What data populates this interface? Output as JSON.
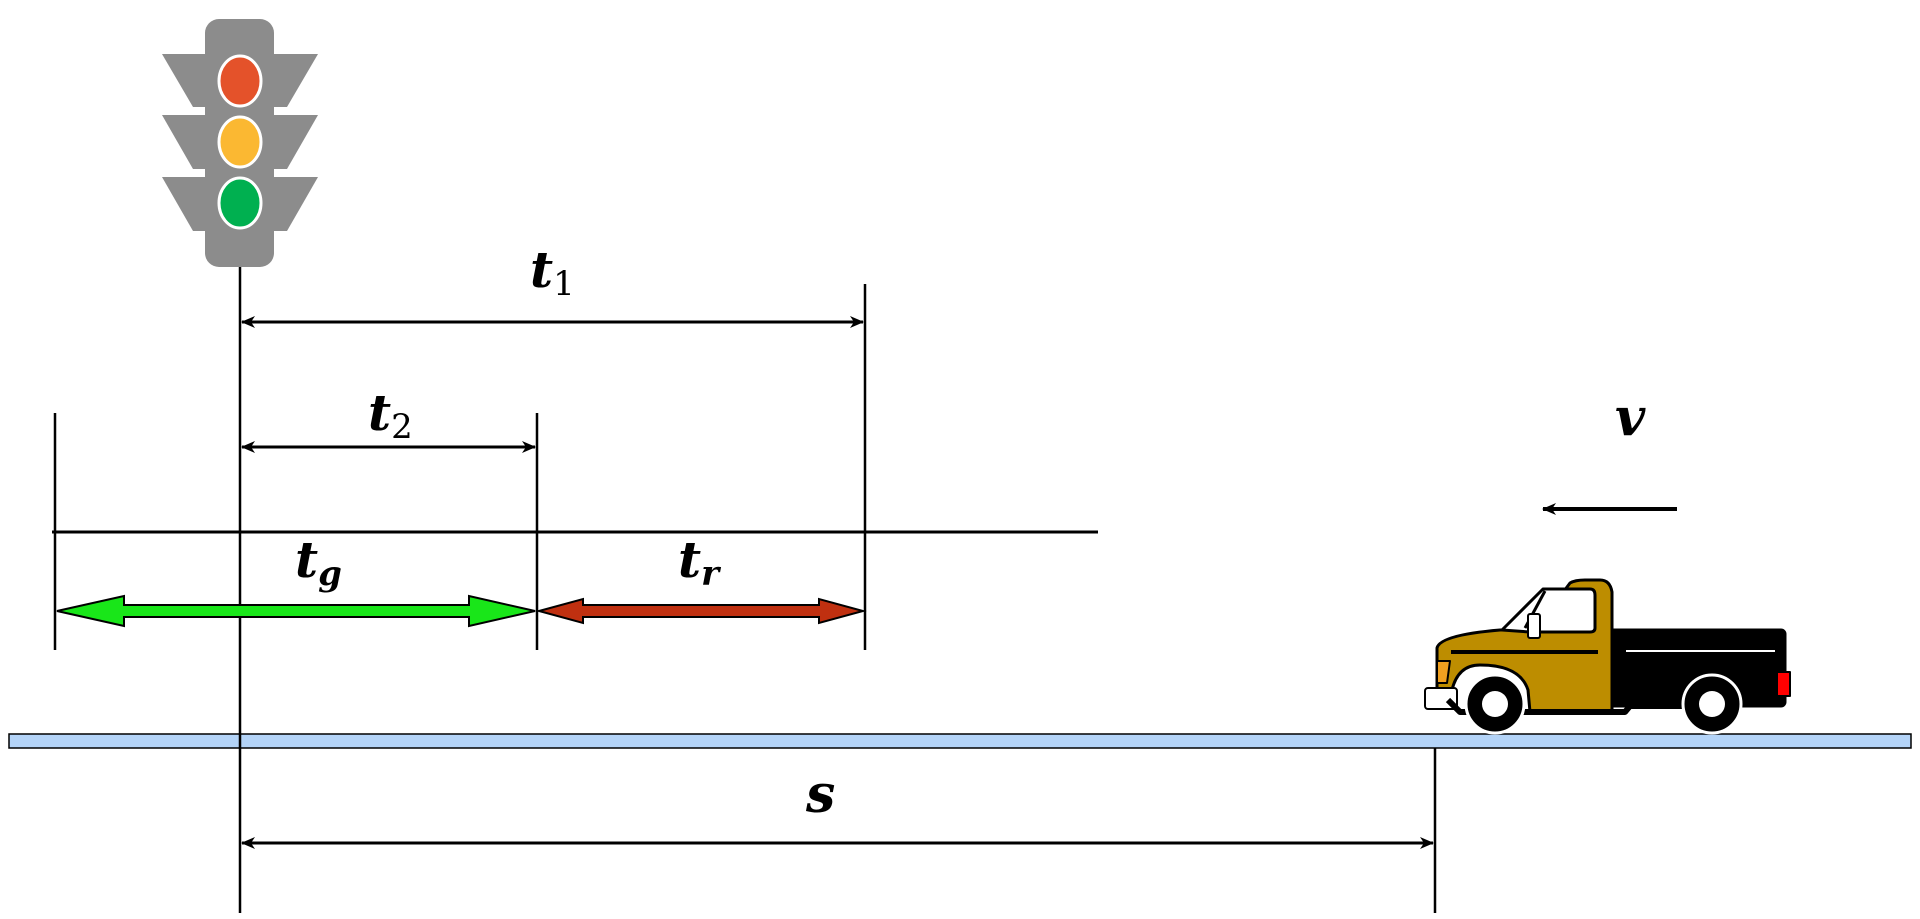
{
  "labels": {
    "t1_main": "t",
    "t1_sub": "1",
    "t2_main": "t",
    "t2_sub": "2",
    "tg_main": "t",
    "tg_sub": "g",
    "tr_main": "t",
    "tr_sub": "r",
    "v": "v",
    "s": "s"
  },
  "colors": {
    "line": "#000000",
    "signal_housing": "#8c8c8c",
    "signal_red": "#e4522a",
    "signal_yellow": "#fbb832",
    "signal_green": "#00b050",
    "green_arrow": "#19e619",
    "red_arrow": "#c03010",
    "road": "#b4d4f8",
    "truck_body": "#bd8d00",
    "truck_bed": "#000000",
    "taillight": "#ff0000"
  },
  "icons": {
    "signal": "traffic-light-icon",
    "truck": "pickup-truck-icon",
    "velocity": "arrow-left-icon"
  }
}
